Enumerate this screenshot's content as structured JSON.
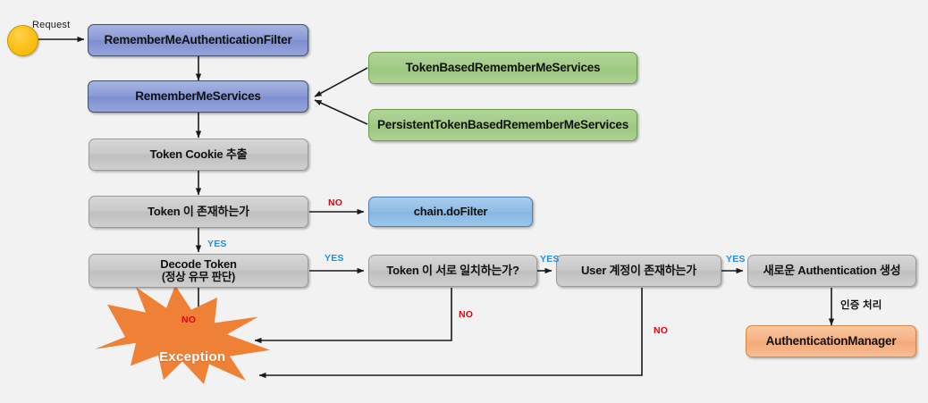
{
  "diagram": {
    "title": "RememberMe Authentication Filter Flow",
    "background_color": "#f2f2f2",
    "colors": {
      "blue_node": "#8a99d6",
      "light_blue_node": "#8fbde6",
      "gray_node": "#c8c8c8",
      "green_node": "#a2cb86",
      "orange_node": "#f6b183",
      "burst": "#ed7d31",
      "yes_label": "#1f8fe0",
      "no_label": "#e8000d",
      "start_dot": "#fcc21b"
    }
  },
  "nodes": {
    "start": {
      "name": "start-dot",
      "label": ""
    },
    "filter": {
      "label": "RememberMeAuthenticationFilter"
    },
    "services": {
      "label": "RememberMeServices"
    },
    "token_based": {
      "label": "TokenBasedRememberMeServices"
    },
    "persistent_token_based": {
      "label": "PersistentTokenBasedRememberMeServices"
    },
    "extract_cookie": {
      "label": "Token Cookie 추출"
    },
    "token_exists": {
      "label": "Token 이 존재하는가"
    },
    "chain_dofilter": {
      "label": "chain.doFilter"
    },
    "decode_token_line1": {
      "label": "Decode Token"
    },
    "decode_token_line2": {
      "label": "(정상 유무 판단)"
    },
    "token_match": {
      "label": "Token 이 서로 일치하는가?"
    },
    "user_exists": {
      "label": "User 계정이 존재하는가"
    },
    "new_authentication": {
      "label": "새로운 Authentication 생성"
    },
    "authentication_manager": {
      "label": "AuthenticationManager"
    },
    "exception": {
      "label": "Exception"
    }
  },
  "edge_labels": {
    "request": "Request",
    "token_exists_no": "NO",
    "token_exists_yes": "YES",
    "decode_yes": "YES",
    "decode_no": "NO",
    "token_match_yes": "YES",
    "token_match_no": "NO",
    "user_exists_yes": "YES",
    "user_exists_no": "NO",
    "auth_process": "인증 처리"
  }
}
